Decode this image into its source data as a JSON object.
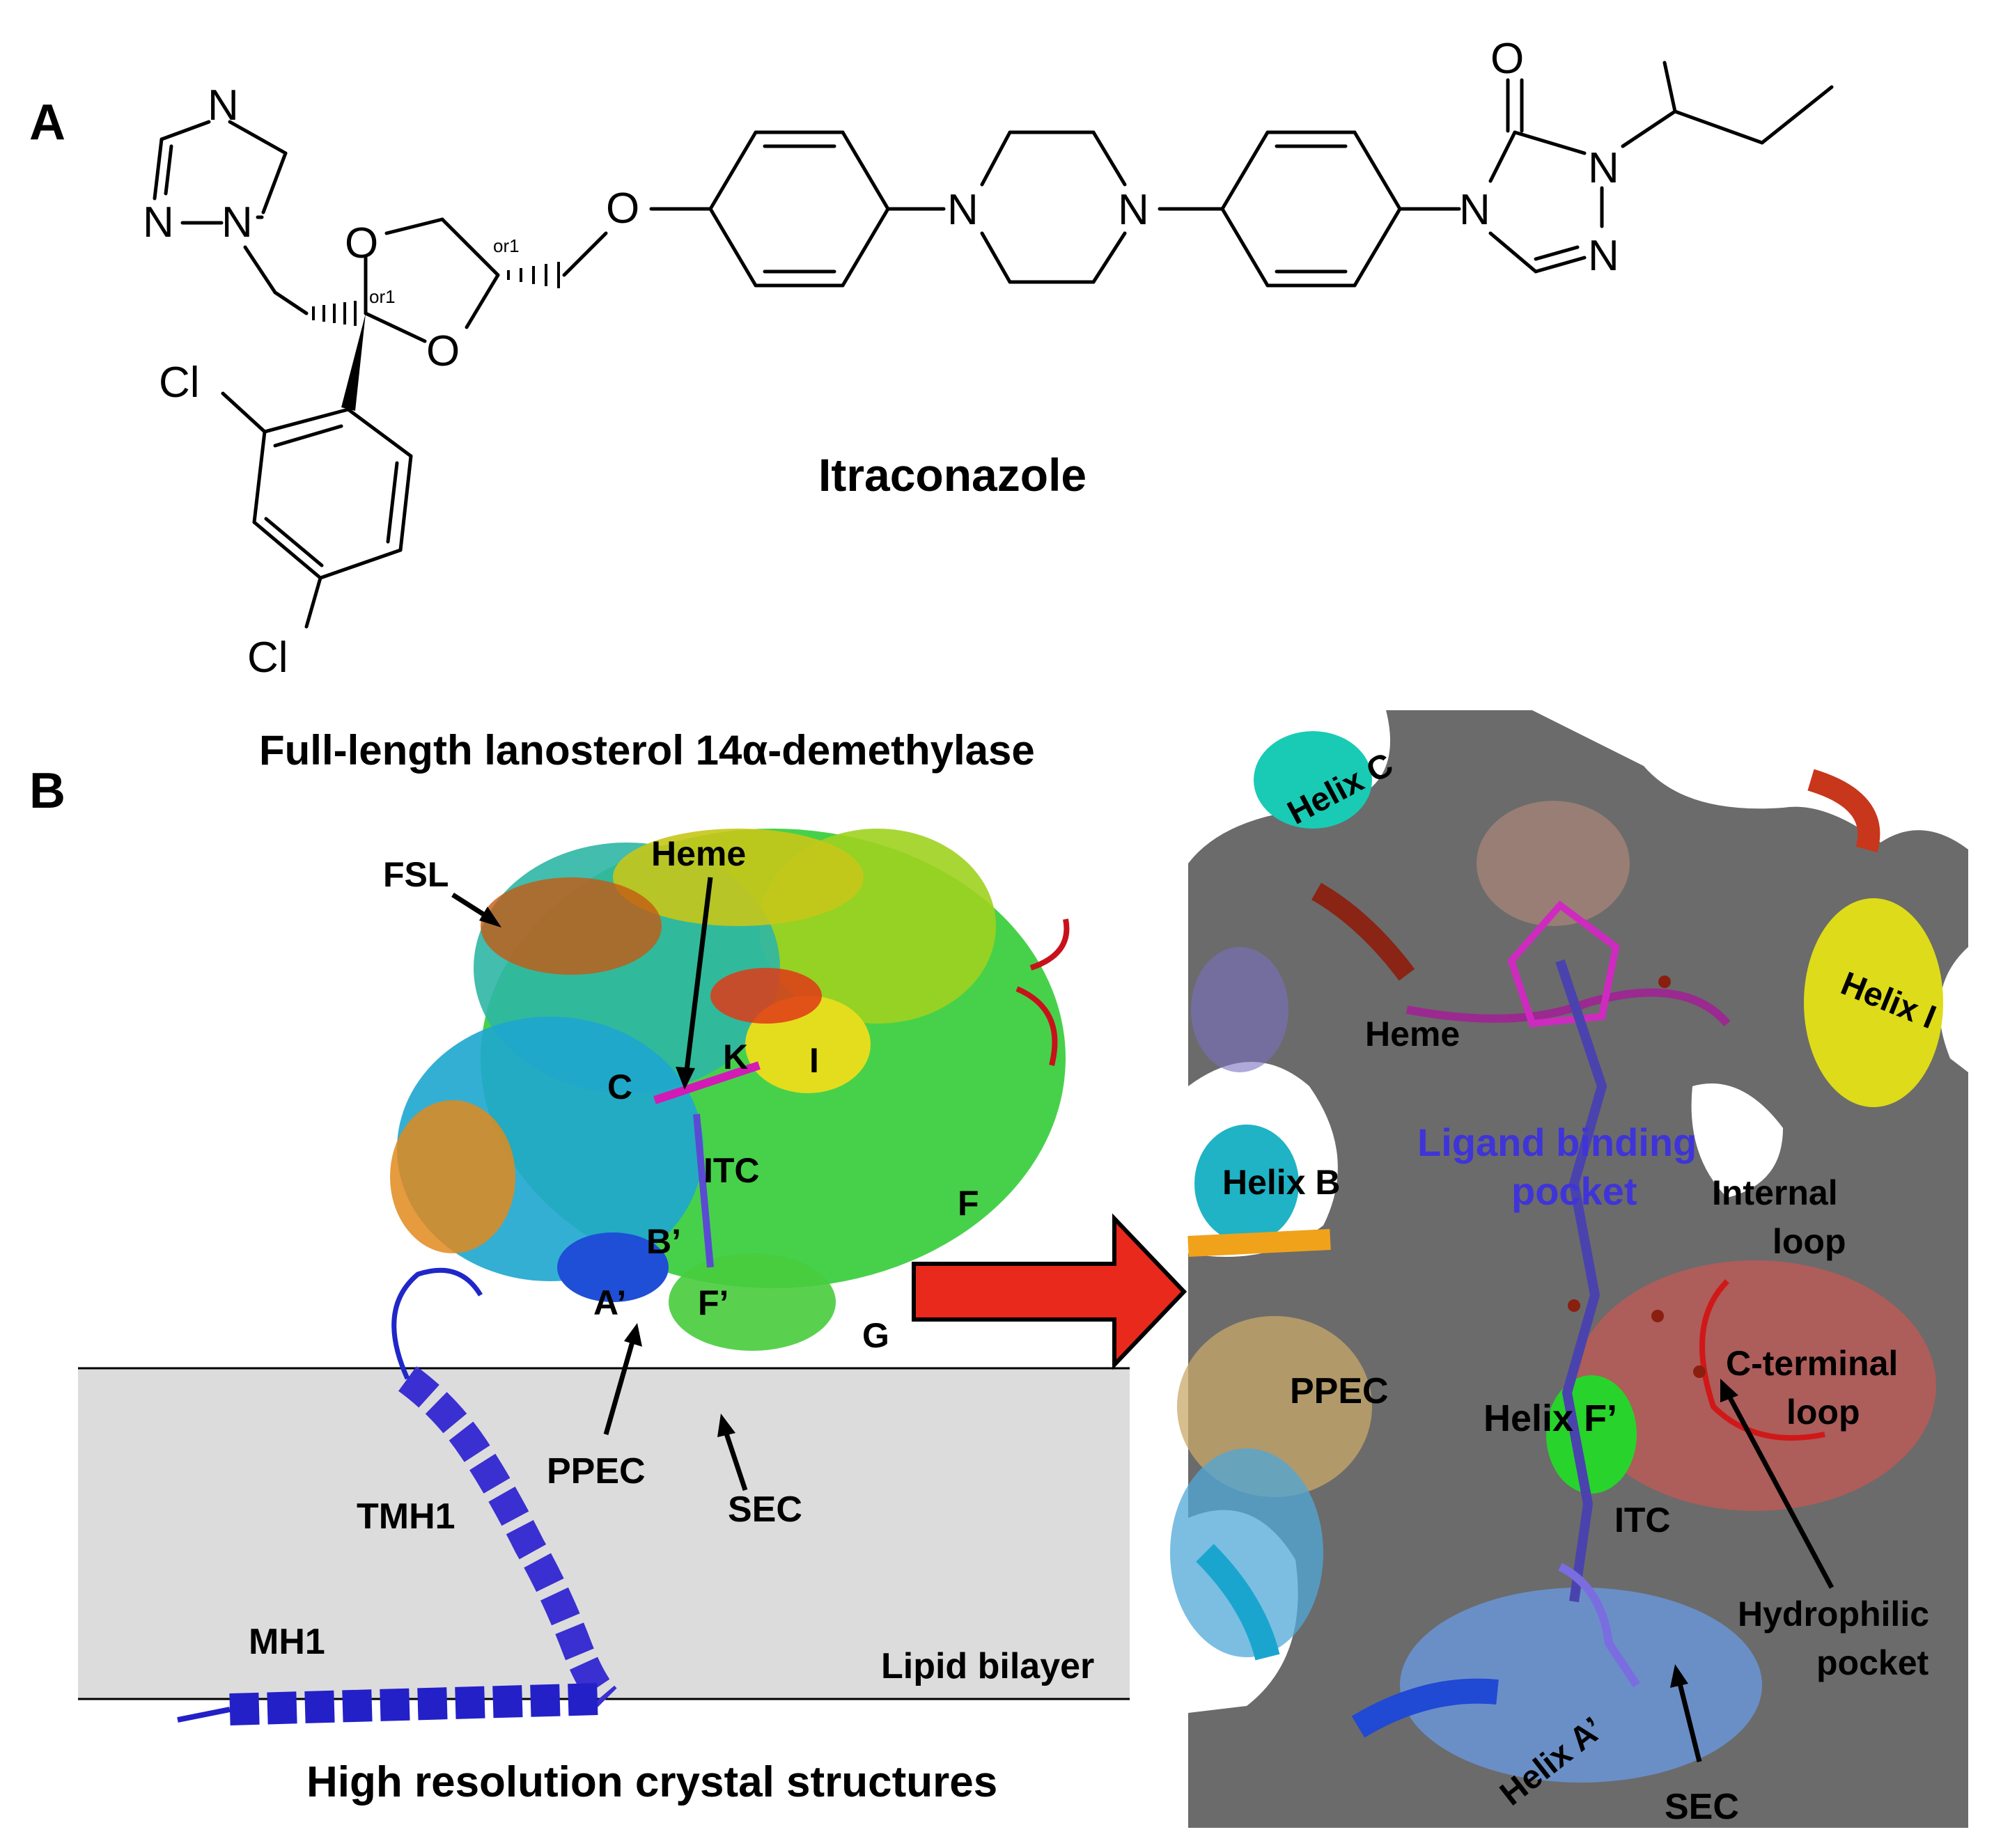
{
  "panel_a": {
    "letter": "A",
    "compound_name": "Itraconazole",
    "atoms": {
      "n": "N",
      "o": "O",
      "cl": "Cl",
      "stereo": "or1"
    }
  },
  "panel_b": {
    "letter": "B",
    "title": "Full-length lanosterol 14α-demethylase",
    "caption": "High resolution crystal structures",
    "membrane_label": "Lipid bilayer",
    "structure_labels": {
      "fsl": "FSL",
      "heme": "Heme",
      "k": "K",
      "i": "I",
      "c": "C",
      "itc": "ITC",
      "f": "F",
      "b_prime": "B’",
      "a_prime": "A’",
      "f_prime": "F’",
      "g": "G",
      "ppec": "PPEC",
      "sec": "SEC",
      "tmh1": "TMH1",
      "mh1": "MH1"
    },
    "zoom_labels": {
      "helix_c": "Helix C",
      "heme": "Heme",
      "helix_i": "Helix I",
      "helix_b": "Helix B",
      "ligand_pocket_1": "Ligand binding",
      "ligand_pocket_2": "pocket",
      "internal_loop_1": "Internal",
      "internal_loop_2": "loop",
      "ppec": "PPEC",
      "helix_f_prime": "Helix F’",
      "c_terminal_1": "C-terminal",
      "c_terminal_2": "loop",
      "itc": "ITC",
      "hydrophilic_1": "Hydrophilic",
      "hydrophilic_2": "pocket",
      "helix_a_prime": "Helix A’",
      "sec": "SEC"
    }
  },
  "colors": {
    "membrane": "#dcdcdc",
    "arrow_red": "#e8291c",
    "ligand_label": "#3f34d8",
    "zoom_background": "#6b6b6b"
  }
}
